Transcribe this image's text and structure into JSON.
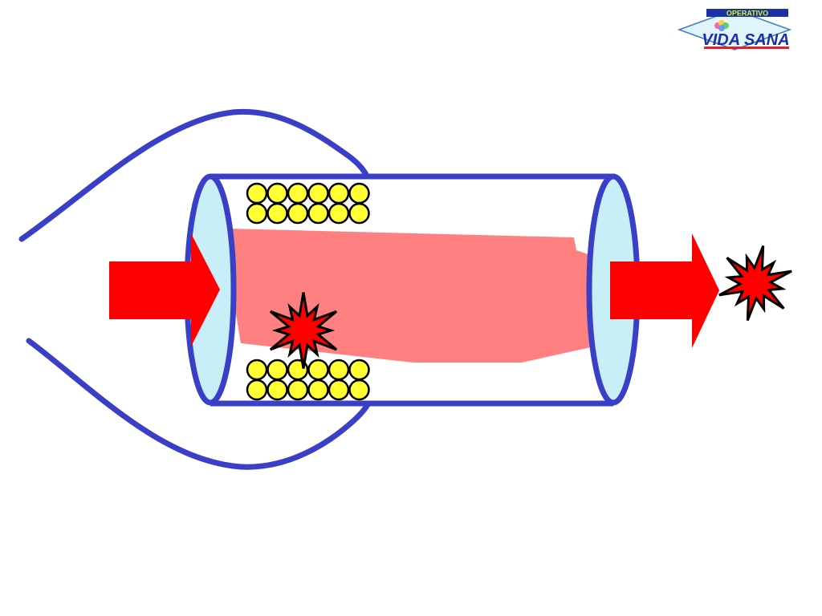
{
  "logo": {
    "banner_text": "OPERATIVO",
    "brand_text": "VIDA SANA",
    "colors": {
      "banner": "#1c2fa8",
      "diamond_fill": "#dff4fb",
      "diamond_stroke": "#3a7fc1",
      "underline": "#e0202a",
      "brand": "#1c2fa8"
    }
  },
  "diagram": {
    "elements": [
      "flow-funnel",
      "cylinder-tube",
      "yellow-particle-bed-top",
      "yellow-particle-bed-bottom",
      "inlet-arrow",
      "outlet-arrow",
      "red-core-flow",
      "burst-inside",
      "burst-outside"
    ],
    "particle_rows": 2,
    "particles_per_row": 6,
    "colors": {
      "outline": "#3a3fc7",
      "end_cap": "#c8eef8",
      "particle": "#ffff33",
      "arrow": "#ff0000",
      "core": "#ff8080",
      "burst": "#ff0000"
    }
  }
}
